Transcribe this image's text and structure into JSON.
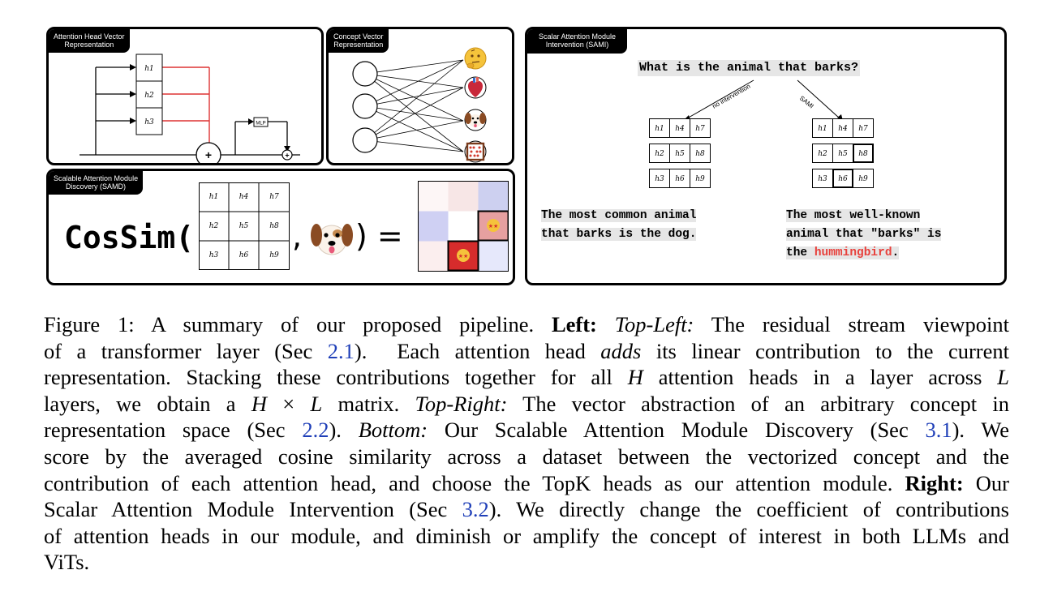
{
  "figure": {
    "panel_attention_head": {
      "tag": "Attention Head  Vector\nRepresentation",
      "tag_line1": "Attention Head  Vector",
      "tag_line2": "Representation",
      "heads": [
        "h1",
        "h2",
        "h3"
      ],
      "mlp_label": "MLP",
      "plus": "+",
      "plus_small": "+"
    },
    "panel_concept_vector": {
      "tag_line1": "Concept  Vector",
      "tag_line2": "Representation",
      "icons": [
        "thinking-face",
        "anatomical-heart",
        "dog-face",
        "abacus"
      ]
    },
    "panel_samd": {
      "tag_line1": "Scalable Attention Module",
      "tag_line2": "Discovery (SAMD)",
      "cossim": "CosSim(",
      "close_eq": ",       ) =",
      "grid": [
        [
          "h1",
          "h4",
          "h7"
        ],
        [
          "h2",
          "h5",
          "h8"
        ],
        [
          "h3",
          "h6",
          "h9"
        ]
      ],
      "heatmap_colors": [
        "#fdf6f6",
        "#f7e6e6",
        "#cdd0f0",
        "#cfd0f3",
        "#ffffff",
        "#e6a0a0",
        "#fbeeee",
        "#d62c2c",
        "#e6e8fb"
      ]
    },
    "panel_sami": {
      "tag_line1": "Scalar Attention Module",
      "tag_line2": "Intervention (SAMI)",
      "question": "What is the animal that barks?",
      "left_branch": "no intervention",
      "right_branch": "SAMI",
      "grid": [
        [
          "h1",
          "h4",
          "h7"
        ],
        [
          "h2",
          "h5",
          "h8"
        ],
        [
          "h3",
          "h6",
          "h9"
        ]
      ],
      "left_answer_line1": "The most common animal",
      "left_answer_line2": "that barks is the dog.",
      "right_answer_line1": "The most well-known",
      "right_answer_line2": "animal that \"barks\" is",
      "right_answer_line3_pre": "the ",
      "right_answer_highlight": "hummingbird",
      "right_answer_line3_post": ".",
      "highlight_color": "#e8413c"
    }
  },
  "caption": {
    "fig_label": "Figure 1:",
    "l1_a": " A summary of our proposed pipeline. ",
    "l1_left": "Left:",
    "l1_b": " ",
    "l1_topleft": "Top-Left:",
    "l1_c": " The residual stream viewpoint",
    "l2_a": "of a transformer layer (Sec ",
    "l2_ref": "2.1",
    "l2_b": ").  Each attention head ",
    "l2_adds": "adds",
    "l2_c": " its linear contribution to the current",
    "l3_a": "representation. Stacking these contributions together for all ",
    "l3_H": "H",
    "l3_b": " attention heads in a layer across ",
    "l3_L": "L",
    "l4_a": "layers, we obtain a ",
    "l4_H": "H",
    "l4_x": " × ",
    "l4_L": "L",
    "l4_b": " matrix. ",
    "l4_topright": "Top-Right:",
    "l4_c": " The vector abstraction of an arbitrary concept in",
    "l5_a": "representation space (Sec ",
    "l5_ref": "2.2",
    "l5_b": "). ",
    "l5_bottom": "Bottom:",
    "l5_c": " Our Scalable Attention Module Discovery (Sec ",
    "l5_ref2": "3.1",
    "l5_d": "). We",
    "l6": "score by the averaged cosine similarity across a dataset between the vectorized concept and the",
    "l7_a": "contribution of each attention head, and choose the ",
    "l7_topk": "TopK",
    "l7_b": " heads as our attention module. ",
    "l7_right": "Right:",
    "l7_c": " Our",
    "l8_a": "Scalar Attention Module Intervention (Sec ",
    "l8_ref": "3.2",
    "l8_b": "). We directly change the coefficient of contributions",
    "l9": "of attention heads in our module, and diminish or amplify the concept of interest in both LLMs and",
    "l10": "ViTs."
  }
}
